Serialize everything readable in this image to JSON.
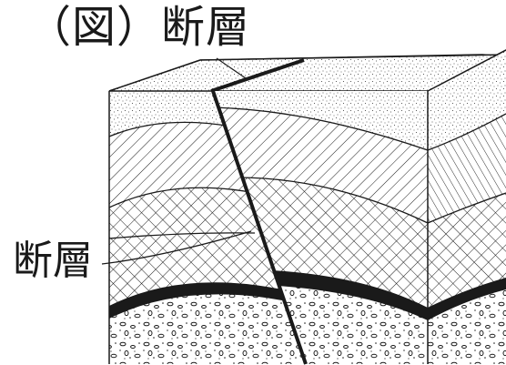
{
  "title": "（図）断層",
  "fault_label": "断層",
  "colors": {
    "ink": "#1a1a1a",
    "background": "#ffffff"
  },
  "layers": [
    {
      "name": "top-sand-layer",
      "pattern": "stipple"
    },
    {
      "name": "hatched-layer",
      "pattern": "diagonal-hatch"
    },
    {
      "name": "crosshatch-layer",
      "pattern": "cross-hatch"
    },
    {
      "name": "black-band-layer",
      "pattern": "solid-black"
    },
    {
      "name": "gravel-layer",
      "pattern": "pebbles"
    }
  ]
}
